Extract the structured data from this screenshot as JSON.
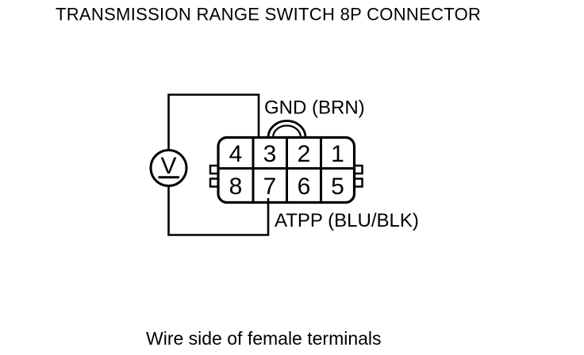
{
  "title": "TRANSMISSION RANGE SWITCH 8P CONNECTOR",
  "caption": "Wire side of female terminals",
  "labels": {
    "gnd": "GND (BRN)",
    "atpp": "ATPP (BLU/BLK)"
  },
  "meter": {
    "type": "voltmeter",
    "symbol": "V"
  },
  "connector": {
    "description": "8P connector, 2 rows of 4 terminals",
    "pins": [
      "4",
      "3",
      "2",
      "1",
      "8",
      "7",
      "6",
      "5"
    ]
  },
  "colors": {
    "ink": "#000000",
    "background": "#ffffff"
  }
}
